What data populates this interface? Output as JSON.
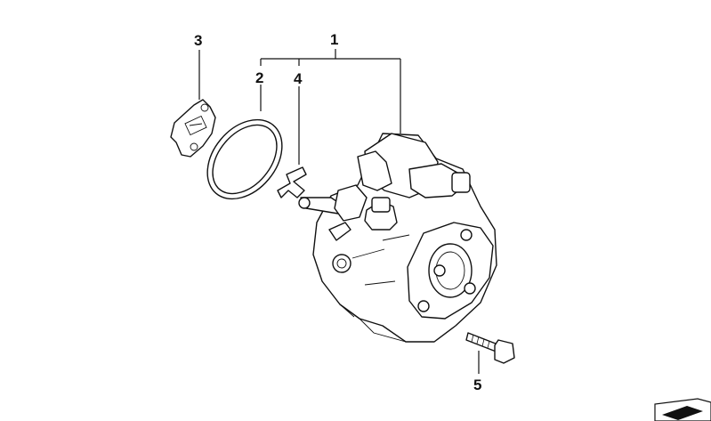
{
  "callouts": {
    "c1": "1",
    "c2": "2",
    "c3": "3",
    "c4": "4",
    "c5": "5"
  },
  "colors": {
    "line": "#111111",
    "background": "#ffffff"
  },
  "icons": [
    "parts-catalog-logo-icon"
  ]
}
